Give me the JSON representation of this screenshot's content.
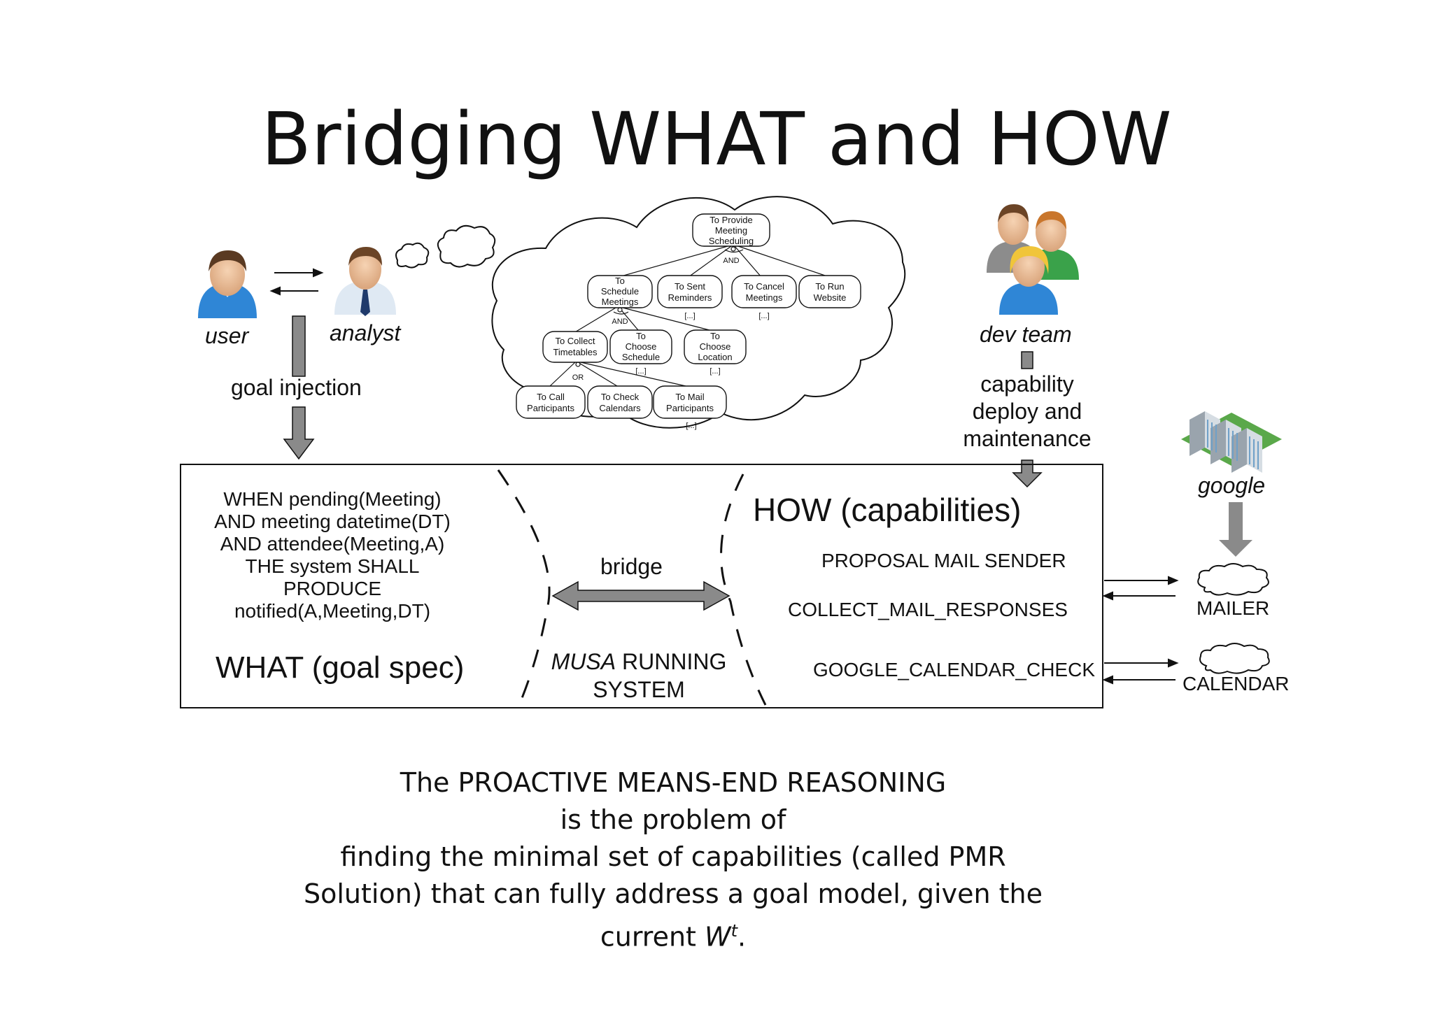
{
  "title": "Bridging WHAT and HOW",
  "actors": {
    "user": "user",
    "analyst": "analyst",
    "dev_team": "dev team",
    "google": "google"
  },
  "arrows": {
    "goal_injection": "goal injection",
    "capability_deploy": [
      "capability",
      "deploy and",
      "maintenance"
    ],
    "bridge": "bridge"
  },
  "goal_model": {
    "root": {
      "label": [
        "To Provide",
        "Meeting",
        "Scheduling"
      ]
    },
    "and_top": "AND",
    "level1": [
      {
        "label": [
          "To",
          "Schedule",
          "Meetings"
        ]
      },
      {
        "label": [
          "To Sent",
          "Reminders"
        ],
        "more": "[...]"
      },
      {
        "label": [
          "To Cancel",
          "Meetings"
        ],
        "more": "[...]"
      },
      {
        "label": [
          "To Run",
          "Website"
        ]
      }
    ],
    "and_mid": "AND",
    "level2": [
      {
        "label": [
          "To Collect",
          "Timetables"
        ]
      },
      {
        "label": [
          "To",
          "Choose",
          "Schedule"
        ],
        "more": "[...]"
      },
      {
        "label": [
          "To",
          "Choose",
          "Location"
        ],
        "more": "[...]"
      }
    ],
    "or_low": "OR",
    "level3": [
      {
        "label": [
          "To Call",
          "Participants"
        ]
      },
      {
        "label": [
          "To Check",
          "Calendars"
        ]
      },
      {
        "label": [
          "To Mail",
          "Participants"
        ],
        "more": "[...]"
      }
    ]
  },
  "spec": {
    "lines": [
      "WHEN pending(Meeting)",
      "AND meeting datetime(DT)",
      "AND attendee(Meeting,A)",
      "THE system SHALL",
      "PRODUCE",
      "notified(A,Meeting,DT)"
    ],
    "what_label": "WHAT (goal spec)"
  },
  "runtime": {
    "musa": "MUSA",
    "running": " RUNNING",
    "system": "SYSTEM"
  },
  "how": {
    "title": "HOW (capabilities)",
    "capabilities": [
      "PROPOSAL MAIL SENDER",
      "COLLECT_MAIL_RESPONSES",
      "GOOGLE_CALENDAR_CHECK"
    ]
  },
  "services": {
    "mailer": "MAILER",
    "calendar": "CALENDAR"
  },
  "footer": {
    "line1": "The PROACTIVE MEANS-END REASONING",
    "line2": "is the problem of",
    "line3": "finding the minimal set of capabilities (called PMR",
    "line4": "Solution) that can fully address a goal model, given the",
    "line5_pre": "current ",
    "line5_w": "W",
    "line5_sup": "t",
    "line5_post": "."
  },
  "colors": {
    "arrow_gray": "#8a8a8a",
    "user_shirt": "#2f86d6",
    "analyst_shirt": "#dfe9f3",
    "tie": "#1f3a6b"
  }
}
